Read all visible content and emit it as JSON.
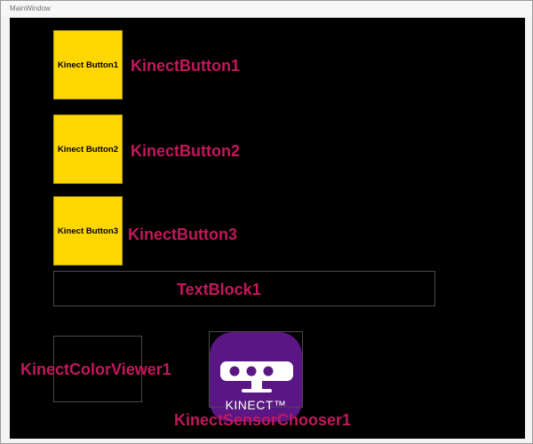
{
  "window": {
    "title": "MainWindow"
  },
  "buttons": [
    {
      "text": "Kinect Button1",
      "label": "KinectButton1"
    },
    {
      "text": "Kinect Button2",
      "label": "KinectButton2"
    },
    {
      "text": "Kinect Button3",
      "label": "KinectButton3"
    }
  ],
  "textblock": {
    "label": "TextBlock1"
  },
  "color_viewer": {
    "label": "KinectColorViewer1"
  },
  "sensor_chooser": {
    "logo_text": "KINECT™",
    "label": "KinectSensorChooser1"
  },
  "colors": {
    "canvas": "#000000",
    "button_fill": "#ffd700",
    "label_text": "#c2185b",
    "kinect_purple": "#5a1683"
  }
}
